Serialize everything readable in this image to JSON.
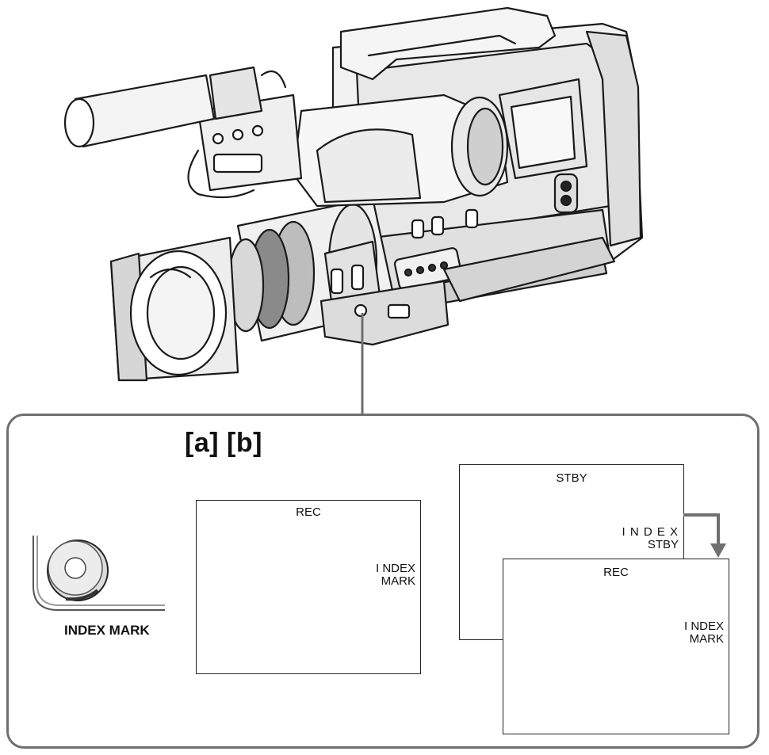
{
  "labels": {
    "ab_header": "[a] [b]",
    "index_mark_button": "INDEX MARK"
  },
  "screens": {
    "a": {
      "top": "REC",
      "right_line1": "I NDEX",
      "right_line2": "MARK"
    },
    "b_back": {
      "top": "STBY",
      "right_line1": "I N D E X",
      "right_line2": "STBY"
    },
    "b_front": {
      "top": "REC",
      "right_line1": "I NDEX",
      "right_line2": "MARK"
    }
  },
  "icons": {
    "camera": "camcorder-illustration-icon",
    "button": "index-mark-button-icon",
    "arrow": "arrow-down-icon"
  },
  "colors": {
    "line": "#222222",
    "panel_border": "#6f6f6f",
    "arrow": "#707070"
  }
}
